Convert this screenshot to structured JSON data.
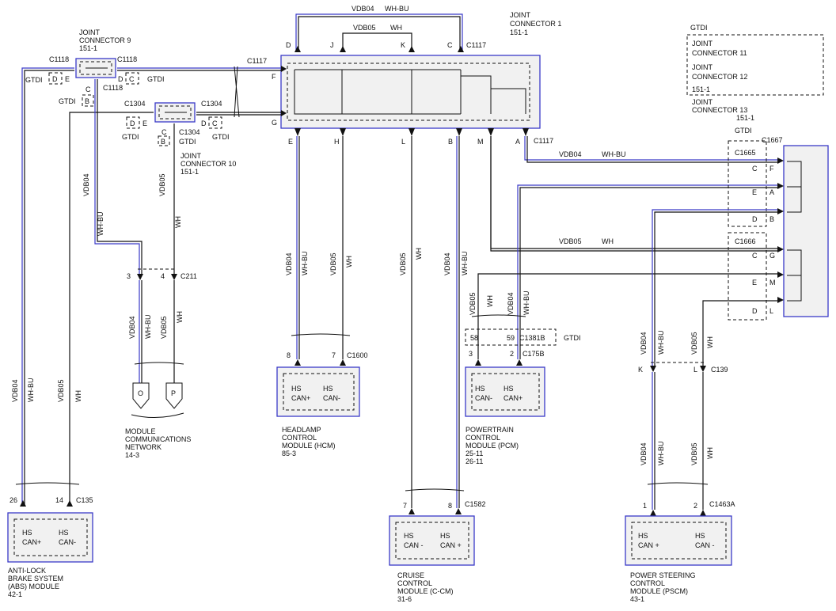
{
  "top_wires": {
    "vdb04": "VDB04",
    "whbu": "WH-BU",
    "vdb05": "VDB05",
    "wh": "WH"
  },
  "jc1": {
    "title1": "JOINT",
    "title2": "CONNECTOR 1",
    "num": "151-1",
    "conn": "C1117",
    "pins": {
      "d": "D",
      "j": "J",
      "k": "K",
      "c": "C",
      "f": "F",
      "g": "G",
      "e": "E",
      "h": "H",
      "l": "L",
      "b": "B",
      "m": "M",
      "a": "A"
    }
  },
  "jc9": {
    "title1": "JOINT",
    "title2": "CONNECTOR 9",
    "num": "151-1",
    "conn": "C1118",
    "gtdi": "GTDI",
    "pins": {
      "d": "D",
      "e": "E",
      "c": "C",
      "b": "B"
    }
  },
  "jc10": {
    "title1": "JOINT",
    "title2": "CONNECTOR 10",
    "num": "151-1",
    "conn": "C1304",
    "gtdi": "GTDI",
    "pins": {
      "d": "D",
      "e": "E",
      "c": "C",
      "b": "B"
    }
  },
  "c1117_left": "C1117",
  "gtdi_box": {
    "gtdi": "GTDI",
    "jc11a": "JOINT",
    "jc11b": "CONNECTOR 11",
    "jc12a": "JOINT",
    "jc12b": "CONNECTOR 12",
    "jc12n": "151-1",
    "jc13a": "JOINT",
    "jc13b": "CONNECTOR 13",
    "jc13n": "151-1"
  },
  "right_block": {
    "gtdi": "GTDI",
    "c1667": "C1667",
    "c1665": "C1665",
    "c1666": "C1666",
    "rpins": {
      "f": "F",
      "a": "A",
      "b": "B",
      "g": "G",
      "m": "M",
      "l": "L"
    },
    "lpins": {
      "c1": "C",
      "e1": "E",
      "d1": "D",
      "c2": "C",
      "e2": "E",
      "d2": "D"
    }
  },
  "c211": {
    "conn": "C211",
    "p3": "3",
    "p4": "4"
  },
  "mcn": {
    "o": "O",
    "p": "P",
    "l1": "MODULE",
    "l2": "COMMUNICATIONS",
    "l3": "NETWORK",
    "l4": "14-3"
  },
  "hcm": {
    "conn": "C1600",
    "p8": "8",
    "p7": "7",
    "hs1": "HS",
    "can1": "CAN+",
    "hs2": "HS",
    "can2": "CAN-",
    "l1": "HEADLAMP",
    "l2": "CONTROL",
    "l3": "MODULE (HCM)",
    "l4": "85-3"
  },
  "pcm": {
    "conn1": "C1381B",
    "gtdi": "GTDI",
    "p58": "58",
    "p59": "59",
    "conn2": "C175B",
    "p3": "3",
    "p2": "2",
    "hs1": "HS",
    "can1": "CAN-",
    "hs2": "HS",
    "can2": "CAN+",
    "l1": "POWERTRAIN",
    "l2": "CONTROL",
    "l3": "MODULE (PCM)",
    "l4": "25-11",
    "l5": "26-11"
  },
  "abs": {
    "conn": "C135",
    "p26": "26",
    "p14": "14",
    "hs1": "HS",
    "can1": "CAN+",
    "hs2": "HS",
    "can2": "CAN-",
    "l1": "ANTI-LOCK",
    "l2": "BRAKE SYSTEM",
    "l3": "(ABS) MODULE",
    "l4": "42-1"
  },
  "ccm": {
    "conn": "C1582",
    "p7": "7",
    "p8": "8",
    "hs1": "HS",
    "can1": "CAN -",
    "hs2": "HS",
    "can2": "CAN +",
    "l1": "CRUISE",
    "l2": "CONTROL",
    "l3": "MODULE (C-CM)",
    "l4": "31-6"
  },
  "pscm": {
    "conn": "C1463A",
    "p1": "1",
    "p2": "2",
    "c139": "C139",
    "k": "K",
    "l": "L",
    "hs1": "HS",
    "can1": "CAN +",
    "hs2": "HS",
    "can2": "CAN -",
    "l1": "POWER STEERING",
    "l2": "CONTROL",
    "l3": "MODULE (PSCM)",
    "l4": "43-1"
  },
  "colors": {
    "blue": "#3a3ac8",
    "black": "#111111"
  }
}
